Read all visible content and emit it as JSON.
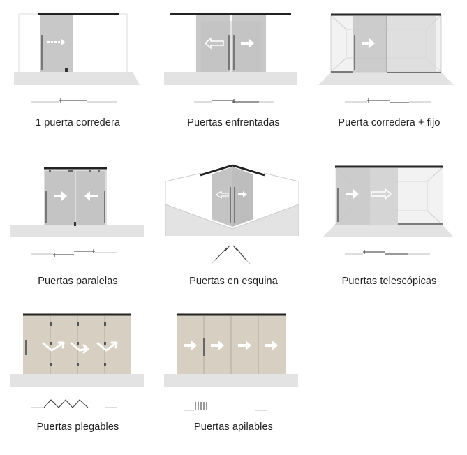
{
  "door_types": [
    {
      "id": "single-sliding",
      "label": "1 puerta corredera"
    },
    {
      "id": "facing-doors",
      "label": "Puertas enfrentadas"
    },
    {
      "id": "sliding-plus-fixed",
      "label": "Puerta corredera + fijo"
    },
    {
      "id": "parallel-doors",
      "label": "Puertas paralelas"
    },
    {
      "id": "corner-doors",
      "label": "Puertas en esquina"
    },
    {
      "id": "telescopic-doors",
      "label": "Puertas telescópicas"
    },
    {
      "id": "folding-doors",
      "label": "Puertas plegables"
    },
    {
      "id": "stacking-doors",
      "label": "Puertas apilables"
    }
  ],
  "colors": {
    "glass": "#c9c9c9",
    "floor": "#e3e3e3",
    "rail": "#222222",
    "panel_beige": "#d8cfc3"
  },
  "icons": [
    "arrow-right-icon",
    "arrow-left-icon",
    "fold-arrow-icon",
    "plan-view-icon"
  ]
}
